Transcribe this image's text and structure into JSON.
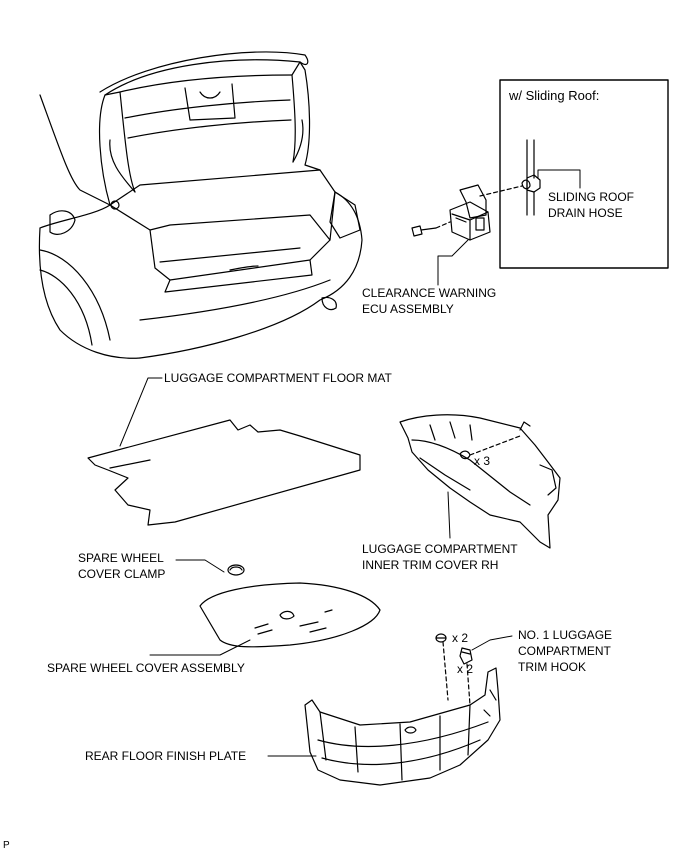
{
  "inset": {
    "title": "w/ Sliding Roof:",
    "hose_label_line1": "SLIDING ROOF",
    "hose_label_line2": "DRAIN HOSE"
  },
  "labels": {
    "ecu_line1": "CLEARANCE WARNING",
    "ecu_line2": "ECU ASSEMBLY",
    "floor_mat": "LUGGAGE COMPARTMENT FLOOR MAT",
    "inner_trim_line1": "LUGGAGE COMPARTMENT",
    "inner_trim_line2": "INNER TRIM COVER RH",
    "inner_trim_qty": "x 3",
    "spare_clamp_line1": "SPARE WHEEL",
    "spare_clamp_line2": "COVER CLAMP",
    "spare_cover": "SPARE WHEEL COVER ASSEMBLY",
    "trim_hook_line1": "NO. 1 LUGGAGE",
    "trim_hook_line2": "COMPARTMENT",
    "trim_hook_line3": "TRIM HOOK",
    "clip_qty_upper": "x 2",
    "clip_qty_lower": "x 2",
    "finish_plate": "REAR FLOOR FINISH PLATE",
    "corner_mark": "P"
  }
}
